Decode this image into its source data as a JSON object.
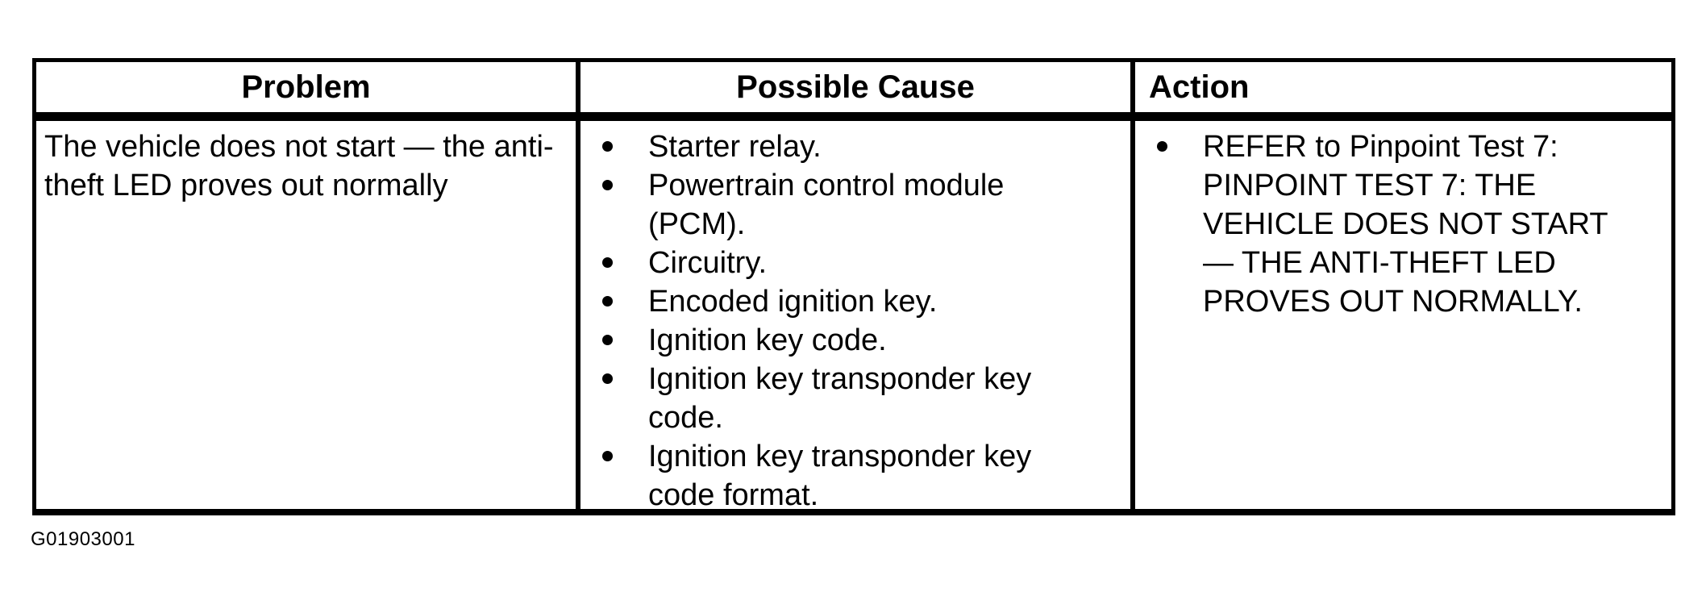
{
  "colors": {
    "text": "#000000",
    "background": "#ffffff",
    "border": "#000000"
  },
  "table": {
    "headers": [
      {
        "label": "Problem"
      },
      {
        "label": "Possible Cause"
      },
      {
        "label": "Action"
      }
    ],
    "rows": [
      {
        "problem": "The vehicle does not start — the anti-theft LED proves out normally",
        "possible_causes": [
          "Starter relay.",
          "Powertrain control module (PCM).",
          "Circuitry.",
          "Encoded ignition key.",
          "Ignition key code.",
          "Ignition key transponder key code.",
          "Ignition key transponder key code format."
        ],
        "actions": [
          "REFER to Pinpoint Test 7: PINPOINT TEST 7: THE VEHICLE DOES NOT START — THE ANTI-THEFT LED PROVES OUT NORMALLY."
        ]
      }
    ]
  },
  "caption": "G01903001"
}
